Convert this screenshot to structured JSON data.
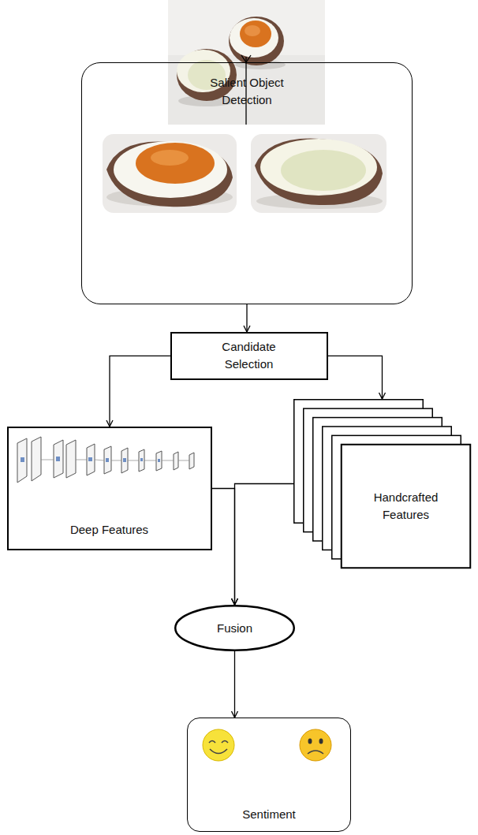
{
  "diagram": {
    "nodes": [
      {
        "text": [
          "Salient Object Detection"
        ]
      },
      {
        "text": [
          "Candidate Selection"
        ]
      },
      {
        "text": [
          "Deep Features"
        ]
      },
      {
        "text": [
          "Handcrafted Features"
        ]
      },
      {
        "text": [
          "Fusion"
        ]
      },
      {
        "text": [
          "Sentiment"
        ]
      }
    ],
    "edges": [
      {
        "from": 0,
        "to": 1,
        "arrow": "to"
      },
      {
        "from": 1,
        "to": 2,
        "arrow": "to"
      },
      {
        "from": 1,
        "to": 3,
        "arrow": "to"
      },
      {
        "from": 2,
        "to": 4,
        "arrow": "to"
      },
      {
        "from": 3,
        "to": 4,
        "arrow": "to"
      },
      {
        "from": 4,
        "to": 5,
        "arrow": "to"
      }
    ]
  }
}
